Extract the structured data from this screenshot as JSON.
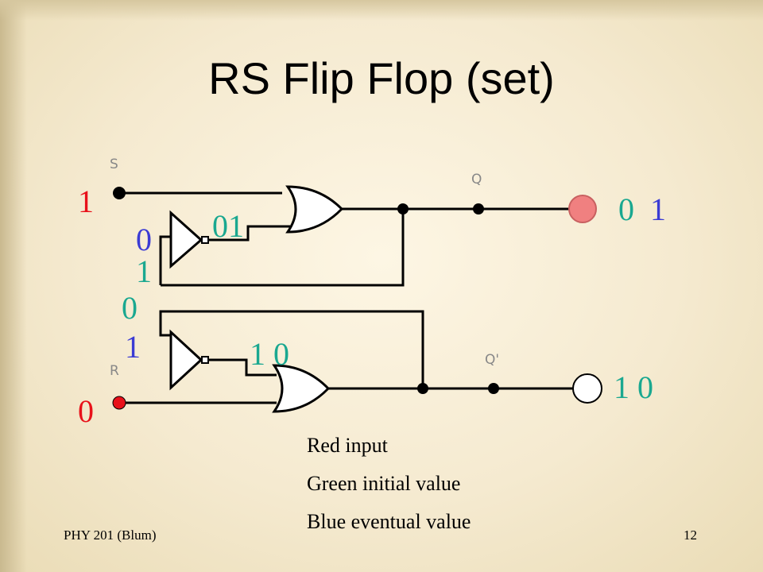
{
  "title": "RS Flip Flop (set)",
  "circuit": {
    "input_s_label": "S",
    "input_r_label": "R",
    "output_q_label": "Q",
    "output_qbar_label": "Q'"
  },
  "values": {
    "s_input": "1",
    "r_input": "0",
    "q_initial": "0",
    "q_eventual": "1",
    "qbar_output": "1 0",
    "top_inverter_out": "01",
    "top_inverter_in_eventual": "0",
    "feedback_top_initial": "1",
    "feedback_bottom_initial": "0",
    "bottom_inverter_in_eventual": "1",
    "bottom_inverter_out": "1 0"
  },
  "legend": {
    "red": "Red input",
    "green": "Green initial value",
    "blue": "Blue eventual value"
  },
  "footer": {
    "left": "PHY 201 (Blum)",
    "right": "12"
  },
  "colors": {
    "red": "#e8111a",
    "green": "#1aa890",
    "blue": "#3b3bd4",
    "q_led": "#f08080"
  }
}
